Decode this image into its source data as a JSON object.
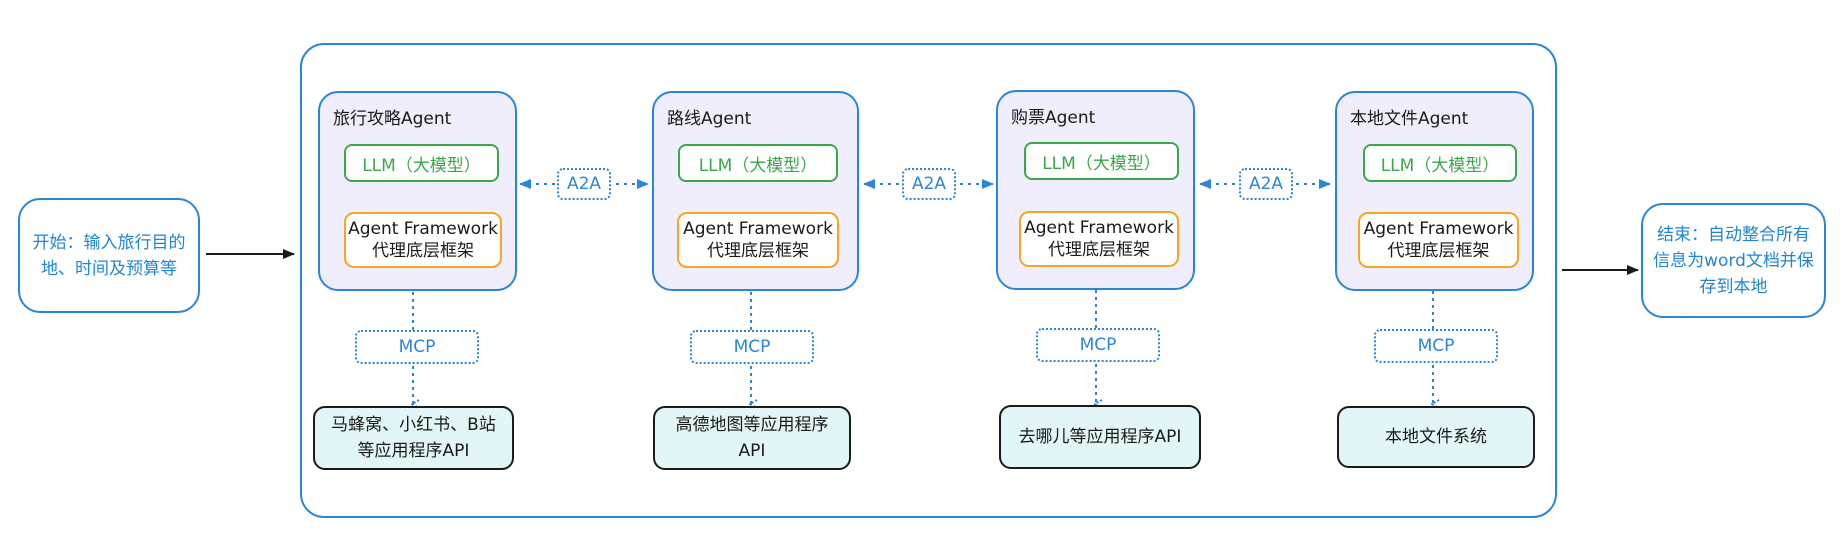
{
  "start": {
    "text": "开始：输入旅行目的地、时间及预算等"
  },
  "end": {
    "text": "结束：自动整合所有信息为word文档并保存到本地"
  },
  "agents": [
    {
      "title": "旅行攻略Agent",
      "llm": "LLM（大模型）",
      "fw_line1": "Agent Framework",
      "fw_line2": "代理底层框架",
      "protocol": "MCP",
      "api": "马蜂窝、小红书、B站等应用程序API"
    },
    {
      "title": "路线Agent",
      "llm": "LLM（大模型）",
      "fw_line1": "Agent Framework",
      "fw_line2": "代理底层框架",
      "protocol": "MCP",
      "api": "高德地图等应用程序API"
    },
    {
      "title": "购票Agent",
      "llm": "LLM（大模型）",
      "fw_line1": "Agent Framework",
      "fw_line2": "代理底层框架",
      "protocol": "MCP",
      "api": "去哪儿等应用程序API"
    },
    {
      "title": "本地文件Agent",
      "llm": "LLM（大模型）",
      "fw_line1": "Agent Framework",
      "fw_line2": "代理底层框架",
      "protocol": "MCP",
      "api": "本地文件系统"
    }
  ],
  "links": [
    "A2A",
    "A2A",
    "A2A"
  ],
  "colors": {
    "blue": "#2a86d8",
    "green": "#3aa84a",
    "orange": "#f5a623",
    "agent_fill": "#f0eefc",
    "api_fill": "#e2f6f7"
  }
}
